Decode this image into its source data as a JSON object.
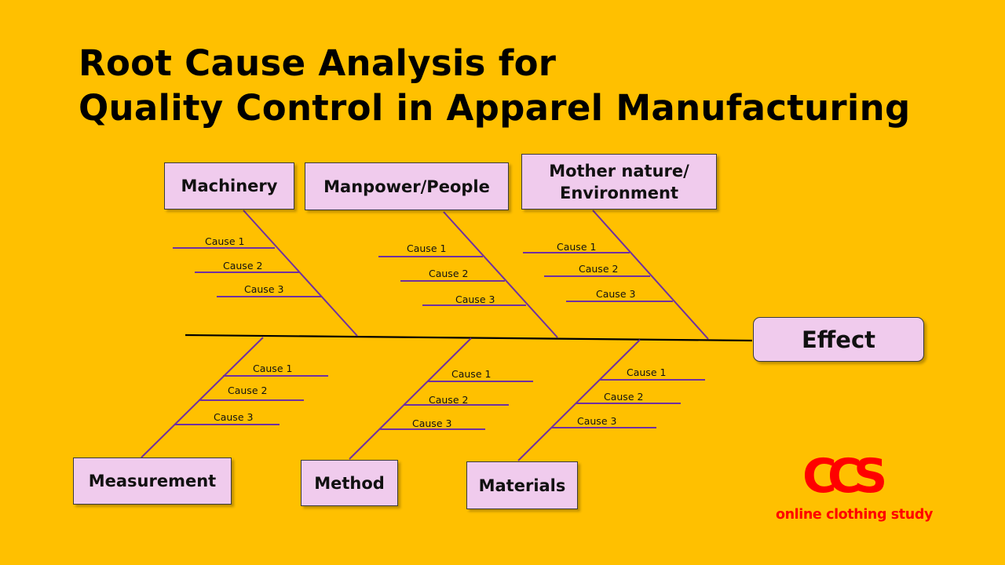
{
  "title": {
    "line1": "Root Cause Analysis for",
    "line2": "Quality Control in Apparel Manufacturing"
  },
  "effect": "Effect",
  "categories": [
    {
      "key": "machinery",
      "label_lines": [
        "Machinery"
      ],
      "causes": [
        "Cause 1",
        "Cause 2",
        "Cause 3"
      ]
    },
    {
      "key": "manpower",
      "label_lines": [
        "Manpower/People"
      ],
      "causes": [
        "Cause 1",
        "Cause 2",
        "Cause 3"
      ]
    },
    {
      "key": "mother-nature",
      "label_lines": [
        "Mother nature/",
        "Environment"
      ],
      "causes": [
        "Cause 1",
        "Cause 2",
        "Cause 3"
      ]
    },
    {
      "key": "measurement",
      "label_lines": [
        "Measurement"
      ],
      "causes": [
        "Cause 1",
        "Cause 2",
        "Cause 3"
      ]
    },
    {
      "key": "method",
      "label_lines": [
        "Method"
      ],
      "causes": [
        "Cause 1",
        "Cause 2",
        "Cause 3"
      ]
    },
    {
      "key": "materials",
      "label_lines": [
        "Materials"
      ],
      "causes": [
        "Cause 1",
        "Cause 2",
        "Cause 3"
      ]
    }
  ],
  "logo": {
    "mark": "CCS",
    "text": "online clothing study"
  },
  "colors": {
    "background": "#FFC000",
    "box_fill": "#F0CBED",
    "bone": "#7030A0",
    "spine": "#000000",
    "logo": "#FF0000"
  }
}
